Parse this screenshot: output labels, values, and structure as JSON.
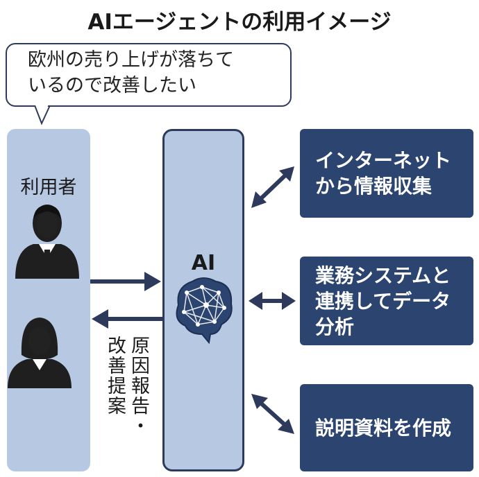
{
  "title": "AIエージェントの利用イメージ",
  "bubble": {
    "line1": "欧州の売り上げが落ちて",
    "line2": "いるので改善したい"
  },
  "user_label": "利用者",
  "ai_label": "AI",
  "tasks": [
    {
      "line1": "インターネット",
      "line2": "から情報収集"
    },
    {
      "line1": "業務システムと",
      "line2": "連携してデータ",
      "line3": "分析"
    },
    {
      "line1": "説明資料を作成"
    }
  ],
  "response": {
    "col1": "原因報告・",
    "col2": "改善提案"
  },
  "colors": {
    "navy": "#2b4470",
    "light_blue": "#b7c9e2",
    "arrow": "#2e3a5c"
  }
}
